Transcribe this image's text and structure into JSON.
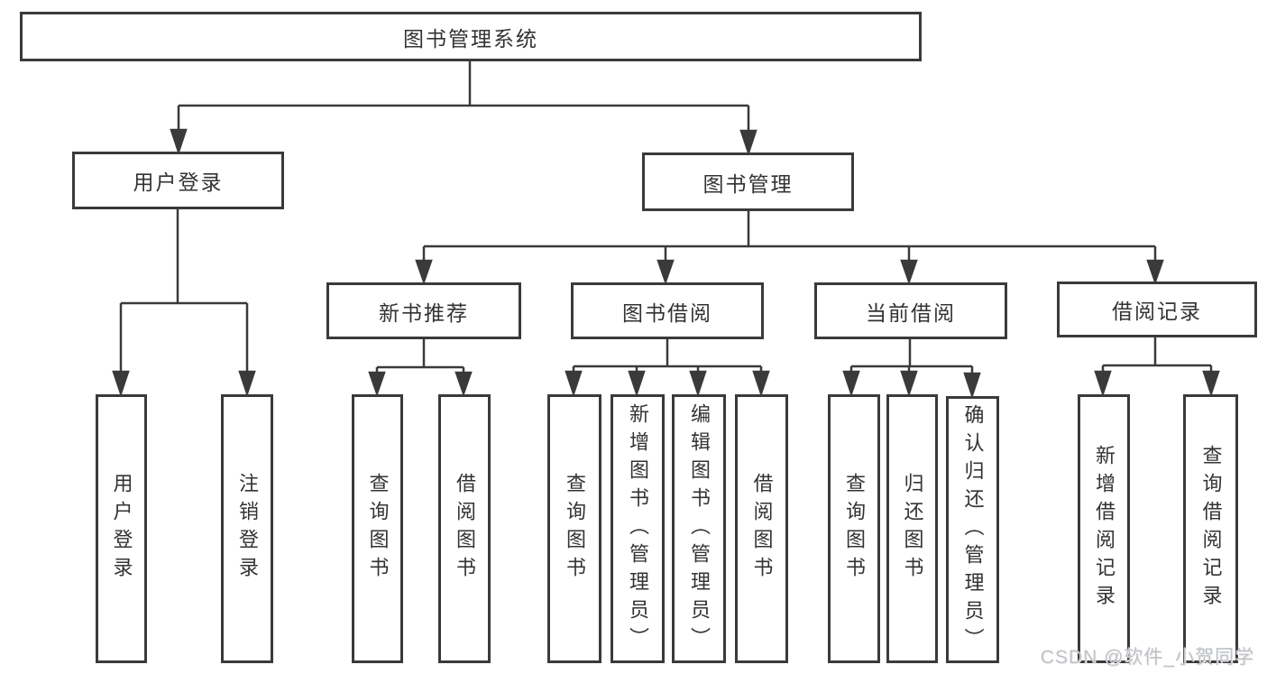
{
  "diagram": {
    "root": {
      "label": "图书管理系统"
    },
    "branches": [
      {
        "label": "用户登录",
        "children": [
          {
            "label": "用户登录"
          },
          {
            "label": "注销登录"
          }
        ]
      },
      {
        "label": "图书管理",
        "children": [
          {
            "label": "新书推荐",
            "children": [
              {
                "label": "查询图书"
              },
              {
                "label": "借阅图书"
              }
            ]
          },
          {
            "label": "图书借阅",
            "children": [
              {
                "label": "查询图书"
              },
              {
                "label": "新增图书（管理员）"
              },
              {
                "label": "编辑图书（管理员）"
              },
              {
                "label": "借阅图书"
              }
            ]
          },
          {
            "label": "当前借阅",
            "children": [
              {
                "label": "查询图书"
              },
              {
                "label": "归还图书"
              },
              {
                "label": "确认归还（管理员）"
              }
            ]
          },
          {
            "label": "借阅记录",
            "children": [
              {
                "label": "新增借阅记录"
              },
              {
                "label": "查询借阅记录"
              }
            ]
          }
        ]
      }
    ],
    "colors": {
      "line": "#3a3a3a",
      "text": "#333333",
      "watermark": "#c0c3c7",
      "background": "#ffffff"
    },
    "watermark": "CSDN @软件_小贺同学"
  }
}
